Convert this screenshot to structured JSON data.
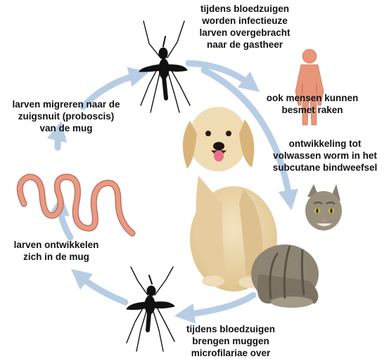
{
  "labels": {
    "top": [
      "tijdens bloedzuigen",
      "worden infectieuze",
      "larven overgebracht",
      "naar de gastheer"
    ],
    "human": [
      "ook mensen kunnen",
      "besmet raken"
    ],
    "development": [
      "ontwikkeling tot",
      "volwassen worm in het",
      "subcutane bindweefsel"
    ],
    "bottom": [
      "tijdens bloedzuigen",
      "brengen muggen",
      "microfilariae over"
    ],
    "larvae_develop": [
      "larven ontwikkelen",
      "zich in de mug"
    ],
    "larvae_migrate": [
      "larven migreren naar de",
      "zuigsnuit (proboscis)",
      "van de mug"
    ]
  },
  "colors": {
    "arrow": "#b7cde4",
    "human": "#e9957a",
    "worm": "#ea9a83",
    "mosquito": "#111111",
    "dog": "#ead3a8",
    "cat": "#8e8474"
  },
  "icons": [
    "mosquito-icon",
    "human-silhouette-icon",
    "worm-icon",
    "dog-illustration",
    "cat-illustration"
  ]
}
